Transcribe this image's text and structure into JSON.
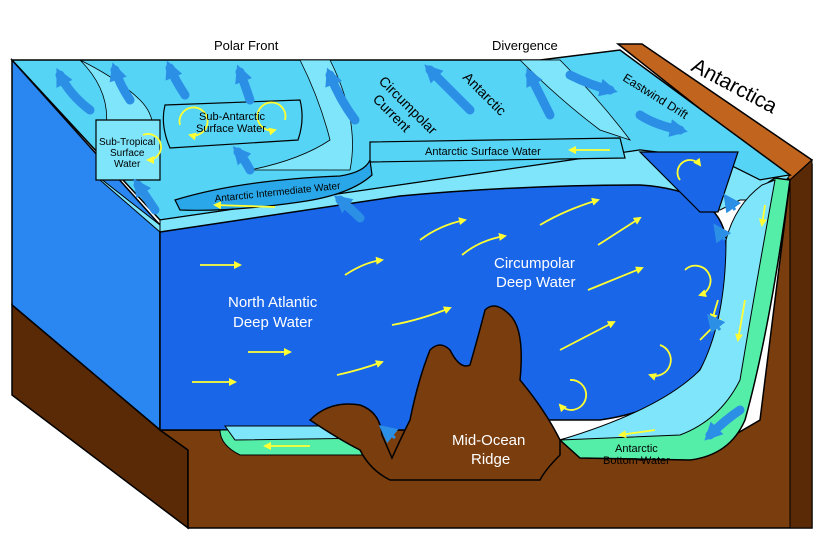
{
  "labels": {
    "polar_front": "Polar Front",
    "divergence": "Divergence",
    "antarctica": "Antarctica",
    "eastwind_drift": "Eastwind Drift",
    "circumpolar_current_1": "Circumpolar",
    "circumpolar_current_2": "Current",
    "antarctic": "Antarctic",
    "sub_antarctic_1": "Sub-Antarctic",
    "sub_antarctic_2": "Surface Water",
    "sub_tropical_1": "Sub-Tropical",
    "sub_tropical_2": "Surface",
    "sub_tropical_3": "Water",
    "antarctic_surface_water": "Antarctic Surface Water",
    "antarctic_intermediate_water": "Antarctic Intermediate Water",
    "circumpolar_deep_1": "Circumpolar",
    "circumpolar_deep_2": "Deep Water",
    "north_atlantic_1": "North Atlantic",
    "north_atlantic_2": "Deep Water",
    "mid_ocean_1": "Mid-Ocean",
    "mid_ocean_2": "Ridge",
    "antarctic_bottom_1": "Antarctic",
    "antarctic_bottom_2": "Bottom Water"
  },
  "colors": {
    "surface_light": "#55d4f5",
    "surface_cyan": "#7fe5fb",
    "deep_blue": "#1a66e8",
    "deep_blue_dark": "#0d4fcc",
    "intermediate": "#2aa7e8",
    "bottom_water": "#55eea8",
    "sediment": "#7a3d0e",
    "sediment_dark": "#5a2a06",
    "land_top": "#c0641e",
    "arrow_yellow": "#ffff33",
    "arrow_blue": "#2c8fe6"
  }
}
